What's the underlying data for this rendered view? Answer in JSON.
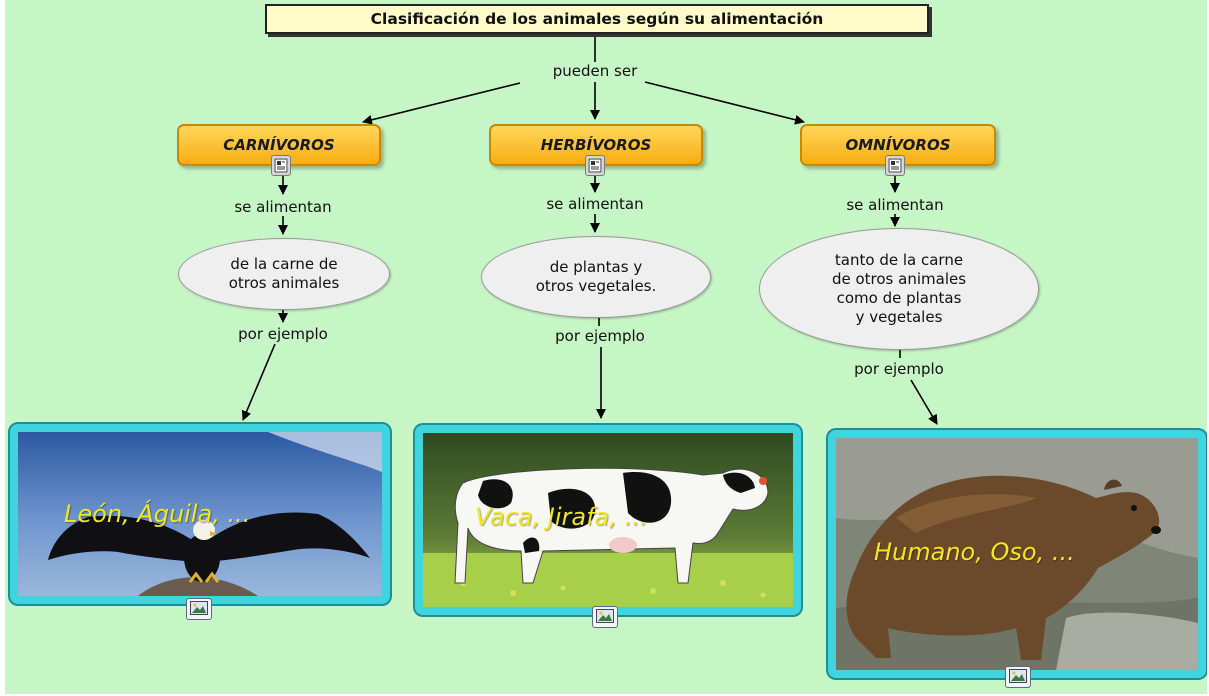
{
  "map_title": "Clasificación de los animales según su alimentación",
  "root_link": "pueden ser",
  "categories": [
    {
      "name": "CARNÍVOROS",
      "link_eat": "se alimentan",
      "diet": "de la carne de\notros animales",
      "link_example": "por ejemplo",
      "examples": "León, Águila, ..."
    },
    {
      "name": "HERBÍVOROS",
      "link_eat": "se alimentan",
      "diet": "de plantas y\notros vegetales.",
      "link_example": "por ejemplo",
      "examples": "Vaca, Jirafa, ..."
    },
    {
      "name": "OMNÍVOROS",
      "link_eat": "se alimentan",
      "diet": "tanto de la carne\nde otros animales\ncomo de plantas\ny vegetales",
      "link_example": "por ejemplo",
      "examples": "Humano, Oso, ..."
    }
  ],
  "icons": {
    "document": "document-icon",
    "image": "image-icon"
  },
  "colors": {
    "background": "#c6f5c6",
    "concept_fill": "#ffc233",
    "image_frame": "#40d4df",
    "caption_text": "#f3e81e"
  }
}
